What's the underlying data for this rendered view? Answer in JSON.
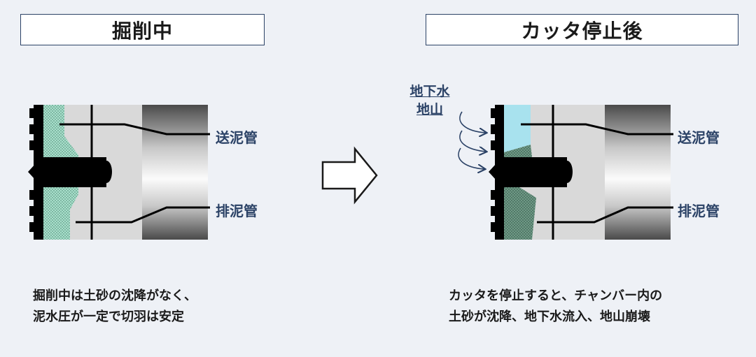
{
  "left": {
    "title": "掘削中",
    "labels": {
      "supply_pipe": "送泥管",
      "discharge_pipe": "排泥管"
    },
    "caption": [
      "掘削中は土砂の沈降がなく、",
      "泥水圧が一定で切羽は安定"
    ]
  },
  "right": {
    "title": "カッタ停止後",
    "labels": {
      "supply_pipe": "送泥管",
      "discharge_pipe": "排泥管",
      "groundwater_line1": "地下水",
      "groundwater_line2": "地山"
    },
    "caption": [
      "カッタを停止すると、チャンバー内の",
      "土砂が沈降、地下水流入、地山崩壊"
    ]
  },
  "colors": {
    "background": "#eef1f6",
    "accent": "#2b4266",
    "slurry": "#a9e0cc",
    "groundwater": "#a8e2ee",
    "sediment": "#6f9a86"
  }
}
